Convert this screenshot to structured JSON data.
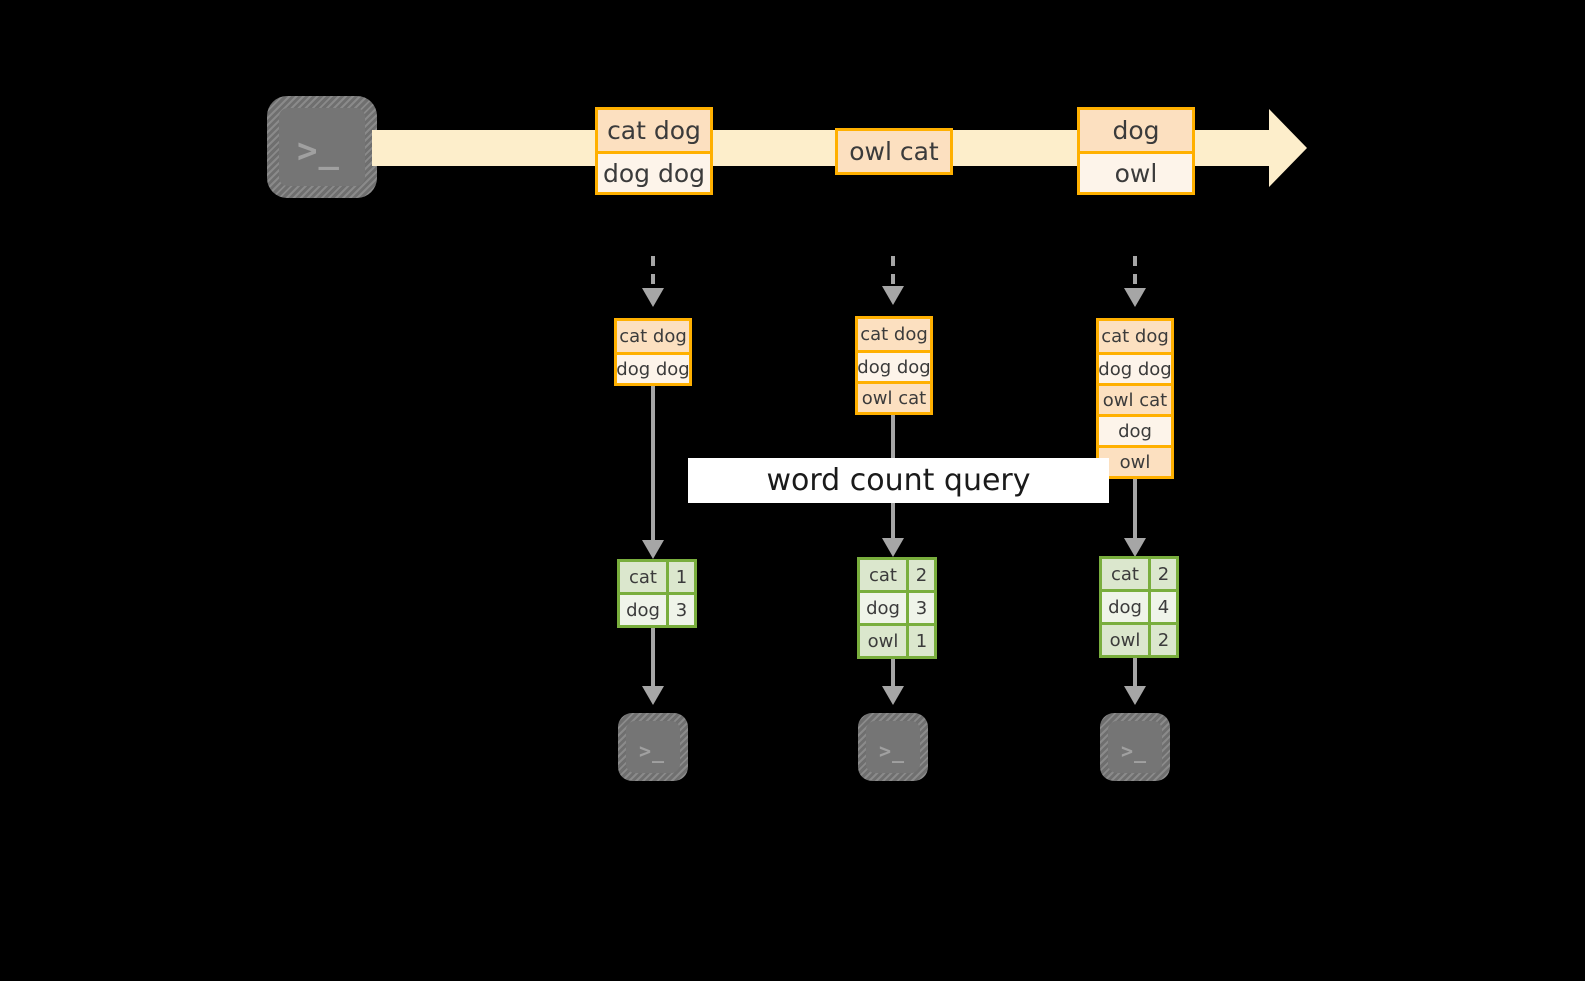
{
  "diagram": {
    "title_label": "word count query",
    "colors": {
      "background": "#000000",
      "stream_fill": "#fdeecb",
      "event_border": "#ffb000",
      "event_fill_dark": "#fce0c0",
      "event_fill_light": "#fdf4ea",
      "result_border": "#79ae3d",
      "result_fill_dark": "#dbe7cd",
      "result_fill_light": "#eff4e9",
      "connector": "#a6a6a6",
      "terminal_fill": "#757575",
      "label_band": "#ffffff"
    },
    "source": {
      "icon": "terminal-icon",
      "prompt_glyph": ">_"
    },
    "stream": {
      "events": [
        {
          "name": "event-group-1",
          "lines": [
            "cat dog",
            "dog dog"
          ]
        },
        {
          "name": "event-group-2",
          "lines": [
            "owl cat"
          ]
        },
        {
          "name": "event-group-3",
          "lines": [
            "dog",
            "owl"
          ]
        }
      ]
    },
    "snapshots": [
      {
        "name": "snapshot-1",
        "event_log": [
          "cat dog",
          "dog dog"
        ],
        "result_headerless_rows": [
          {
            "key": "cat",
            "value": "1"
          },
          {
            "key": "dog",
            "value": "3"
          }
        ],
        "sink_icon": "terminal-icon",
        "sink_prompt_glyph": ">_"
      },
      {
        "name": "snapshot-2",
        "event_log": [
          "cat dog",
          "dog dog",
          "owl cat"
        ],
        "result_headerless_rows": [
          {
            "key": "cat",
            "value": "2"
          },
          {
            "key": "dog",
            "value": "3"
          },
          {
            "key": "owl",
            "value": "1"
          }
        ],
        "sink_icon": "terminal-icon",
        "sink_prompt_glyph": ">_"
      },
      {
        "name": "snapshot-3",
        "event_log": [
          "cat dog",
          "dog dog",
          "owl cat",
          "dog",
          "owl"
        ],
        "result_headerless_rows": [
          {
            "key": "cat",
            "value": "2"
          },
          {
            "key": "dog",
            "value": "4"
          },
          {
            "key": "owl",
            "value": "2"
          }
        ],
        "sink_icon": "terminal-icon",
        "sink_prompt_glyph": ">_"
      }
    ]
  }
}
